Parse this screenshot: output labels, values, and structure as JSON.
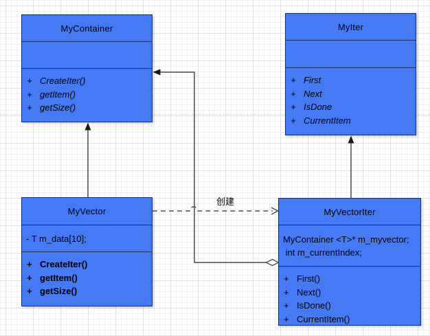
{
  "colors": {
    "class_fill": "#4679F4",
    "class_border": "#1C2D5E",
    "connector": "#4A4A4A",
    "arrowhead": "#1A1A1A",
    "page_break_line": "#D8D8D8"
  },
  "classes": [
    {
      "name": "MyContainer",
      "attributes": [],
      "methods": [
        {
          "prefix": "+",
          "text": "CreateIter()"
        },
        {
          "prefix": "+",
          "text": "getItem()"
        },
        {
          "prefix": "+",
          "text": "getSize()"
        }
      ]
    },
    {
      "name": "MyIter",
      "attributes": [],
      "methods": [
        {
          "prefix": "+",
          "text": "First"
        },
        {
          "prefix": "+",
          "text": "Next"
        },
        {
          "prefix": "+",
          "text": "IsDone"
        },
        {
          "prefix": "+",
          "text": "CurrentItem"
        }
      ]
    },
    {
      "name": "MyVector",
      "attributes": [
        {
          "text": "- T m_data[10];"
        }
      ],
      "methods": [
        {
          "prefix": "+",
          "text": "CreateIter()"
        },
        {
          "prefix": "+",
          "text": "getItem()"
        },
        {
          "prefix": "+",
          "text": "getSize()"
        }
      ]
    },
    {
      "name": "MyVectorIter",
      "attributes": [
        {
          "text": "MyContainer <T>* m_myvector;"
        },
        {
          "text": " int m_currentIndex;"
        }
      ],
      "methods": [
        {
          "prefix": "+",
          "text": "First()"
        },
        {
          "prefix": "+",
          "text": "Next()"
        },
        {
          "prefix": "+",
          "text": "IsDone()"
        },
        {
          "prefix": "+",
          "text": "CurrentItem()"
        }
      ]
    }
  ],
  "relations": {
    "dependency_label": "创建"
  }
}
